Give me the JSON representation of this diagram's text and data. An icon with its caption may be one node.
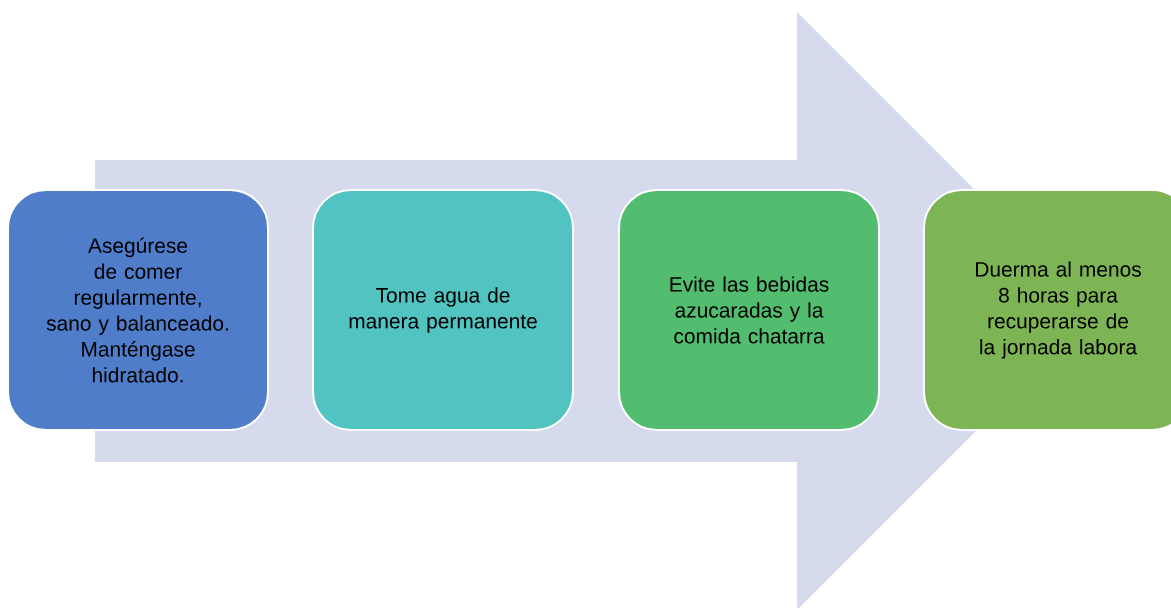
{
  "diagram": {
    "nodes": [
      {
        "text": [
          "Asegúrese de comer regularmente, sano y balanceado. Manténgase hidratado."
        ]
      },
      {
        "text": [
          "Tome agua de manera permanente"
        ]
      },
      {
        "text": [
          "Evite las bebidas azucaradas y la comida chatarra"
        ]
      },
      {
        "text": [
          "Duerma al menos 8 horas para recuperarse de la jornada labora"
        ]
      }
    ],
    "edges": [
      {
        "from": 0,
        "to": 3,
        "arrow": "to",
        "style": "thick"
      }
    ]
  }
}
